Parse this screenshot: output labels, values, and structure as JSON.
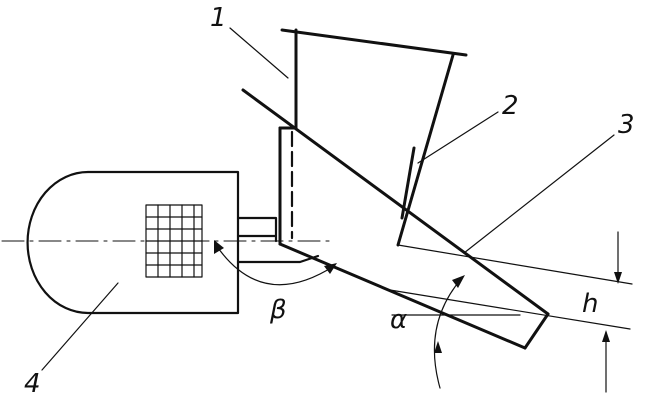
{
  "labels": {
    "part_1": "1",
    "part_2": "2",
    "part_3": "3",
    "part_4": "4",
    "angle_beta": "β",
    "angle_alpha": "α",
    "height_h": "h"
  }
}
